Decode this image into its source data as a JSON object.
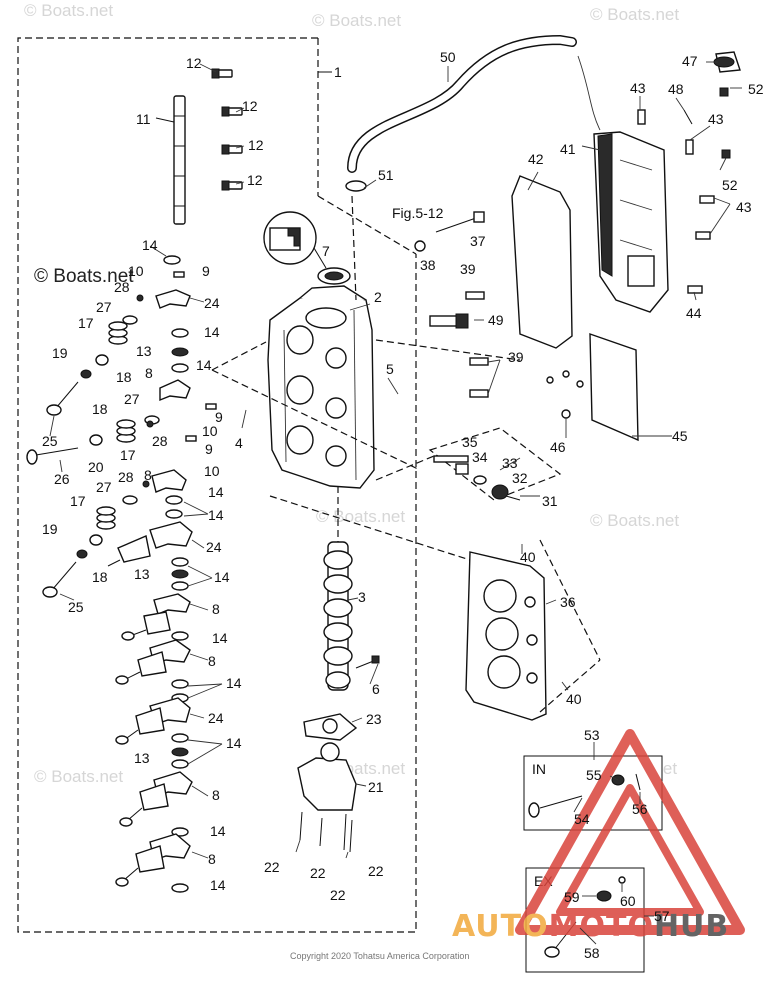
{
  "watermarks": {
    "site": "© Boats.net",
    "site_bold": "© Boats.net"
  },
  "labels": {
    "fig_ref": "Fig.5-12",
    "inset_in": "IN",
    "inset_ex": "EX"
  },
  "footer": {
    "copyright": "Copyright 2020 Tohatsu America Corporation"
  },
  "brand": {
    "name_a": "AUTO",
    "name_b": "MOTO",
    "name_c": "HUB",
    "color_a": "#f2a93b",
    "color_b": "#d9443b",
    "color_c": "#4a4a4a"
  },
  "callouts": {
    "n1": "1",
    "n2": "2",
    "n3": "3",
    "n4": "4",
    "n5": "5",
    "n6": "6",
    "n7": "7",
    "n8": "8",
    "n9": "9",
    "n10": "10",
    "n11": "11",
    "n12": "12",
    "n13": "13",
    "n14": "14",
    "n17": "17",
    "n18": "18",
    "n19": "19",
    "n20": "20",
    "n21": "21",
    "n22": "22",
    "n23": "23",
    "n24": "24",
    "n25": "25",
    "n26": "26",
    "n27": "27",
    "n28": "28",
    "n31": "31",
    "n32": "32",
    "n33": "33",
    "n34": "34",
    "n35": "35",
    "n36": "36",
    "n37": "37",
    "n38": "38",
    "n39": "39",
    "n40": "40",
    "n41": "41",
    "n42": "42",
    "n43": "43",
    "n44": "44",
    "n45": "45",
    "n46": "46",
    "n47": "47",
    "n48": "48",
    "n49": "49",
    "n50": "50",
    "n51": "51",
    "n52": "52",
    "n53": "53",
    "n54": "54",
    "n55": "55",
    "n56": "56",
    "n57": "57",
    "n58": "58",
    "n59": "59",
    "n60": "60"
  },
  "colors": {
    "ink": "#111111",
    "watermark": "#d6d6d6",
    "triangle": "#d9443b"
  }
}
